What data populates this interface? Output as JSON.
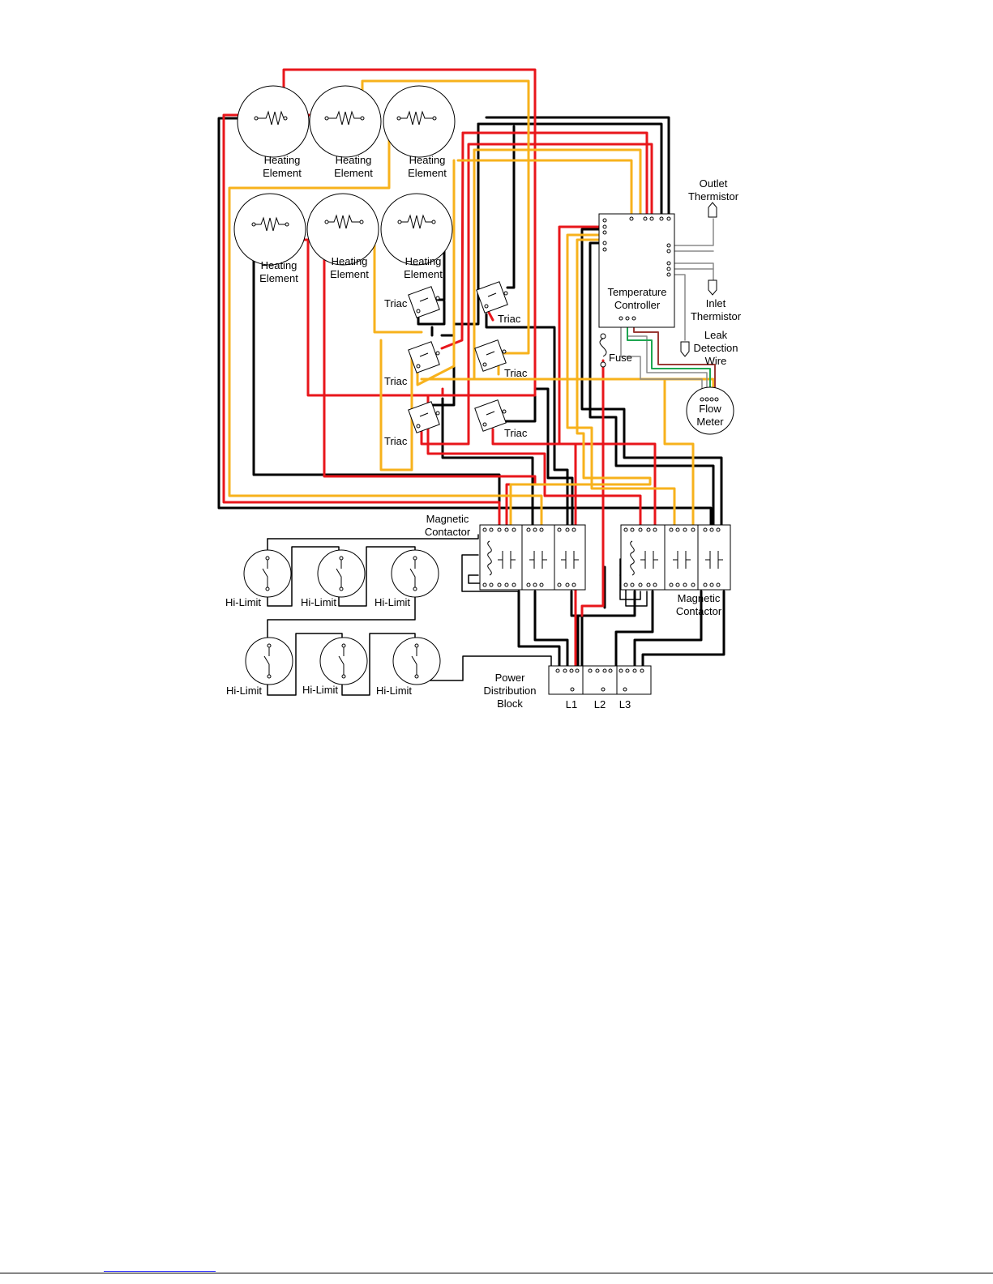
{
  "labels": {
    "heating_element_1": [
      "Heating",
      "Element"
    ],
    "heating_element_2": [
      "Heating",
      "Element"
    ],
    "heating_element_3": [
      "Heating",
      "Element"
    ],
    "heating_element_4": [
      "Heating",
      "Element"
    ],
    "heating_element_5": [
      "Heating",
      "Element"
    ],
    "heating_element_6": [
      "Heating",
      "Element"
    ],
    "triac": "Triac",
    "outlet_thermistor": [
      "Outlet",
      "Thermistor"
    ],
    "inlet_thermistor": [
      "Inlet",
      "Thermistor"
    ],
    "leak_detection": [
      "Leak",
      "Detection",
      "Wire"
    ],
    "temperature_controller": [
      "Temperature",
      "Controller"
    ],
    "fuse": "Fuse",
    "flow_meter": [
      "Flow",
      "Meter"
    ],
    "magnetic_contactor_left": [
      "Magnetic",
      "Contactor"
    ],
    "magnetic_contactor_right": [
      "Magnetic",
      "Contactor"
    ],
    "hi_limit": "Hi-Limit",
    "power_distribution_block": [
      "Power",
      "Distribution",
      "Block"
    ],
    "l1": "L1",
    "l2": "L2",
    "l3": "L3"
  },
  "colors": {
    "red": "#e8161b",
    "yellow": "#f7b21c",
    "black": "#000000",
    "green": "#1ea650",
    "grey": "#8a8a8a",
    "brown": "#9b3b36"
  }
}
